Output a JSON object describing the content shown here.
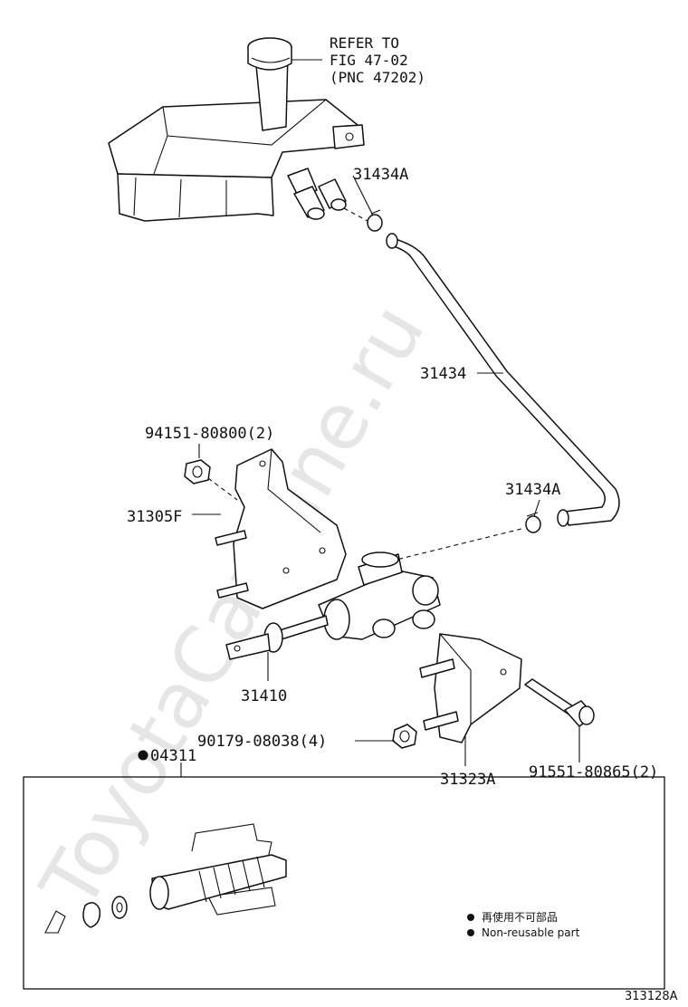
{
  "reference": {
    "line1": "REFER TO",
    "line2": "FIG 47-02",
    "line3": "(PNC 47202)"
  },
  "labels": {
    "clamp_upper": "31434A",
    "hose": "31434",
    "nut_top": "94151-80800(2)",
    "bracket_upper": "31305F",
    "clamp_lower": "31434A",
    "master_cylinder": "31410",
    "nut_lower": "90179-08038(4)",
    "bracket_lower": "31323A",
    "bolt": "91551-80865(2)",
    "repair_kit": "04311"
  },
  "legend": {
    "jp": "再使用不可部品",
    "en": "Non-reusable part"
  },
  "figure_number": "313128A",
  "watermark": "ToyotaCarMine.ru"
}
